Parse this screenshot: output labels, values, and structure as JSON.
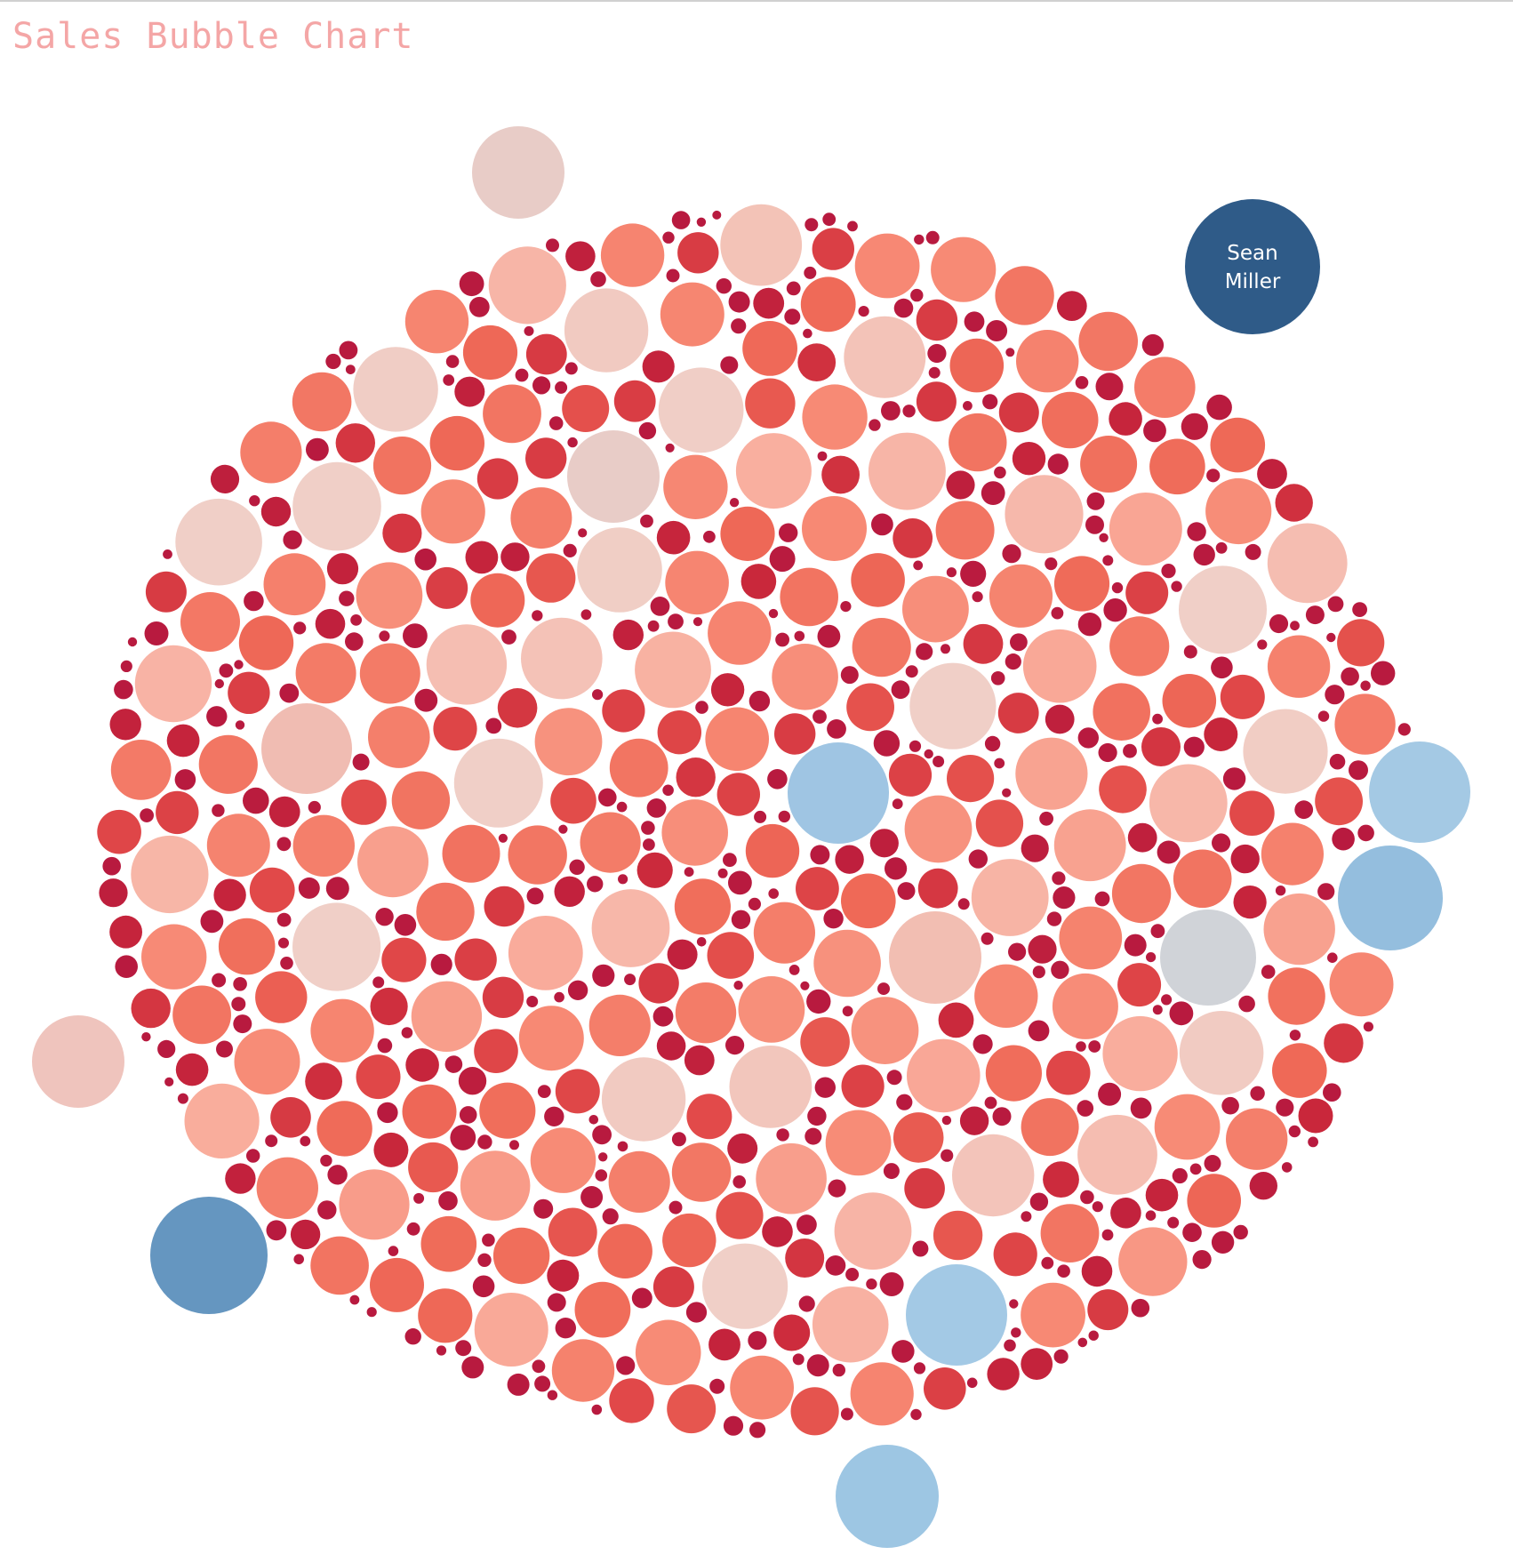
{
  "chart_data": {
    "type": "bubble",
    "title": "Sales Bubble Chart",
    "color_scale": {
      "low": "#2c5985",
      "mid": "#d0d3d8",
      "high": "#c11b3b"
    },
    "highlighted": [
      {
        "label": "Sean Miller",
        "color": "#2f5b88"
      }
    ]
  }
}
